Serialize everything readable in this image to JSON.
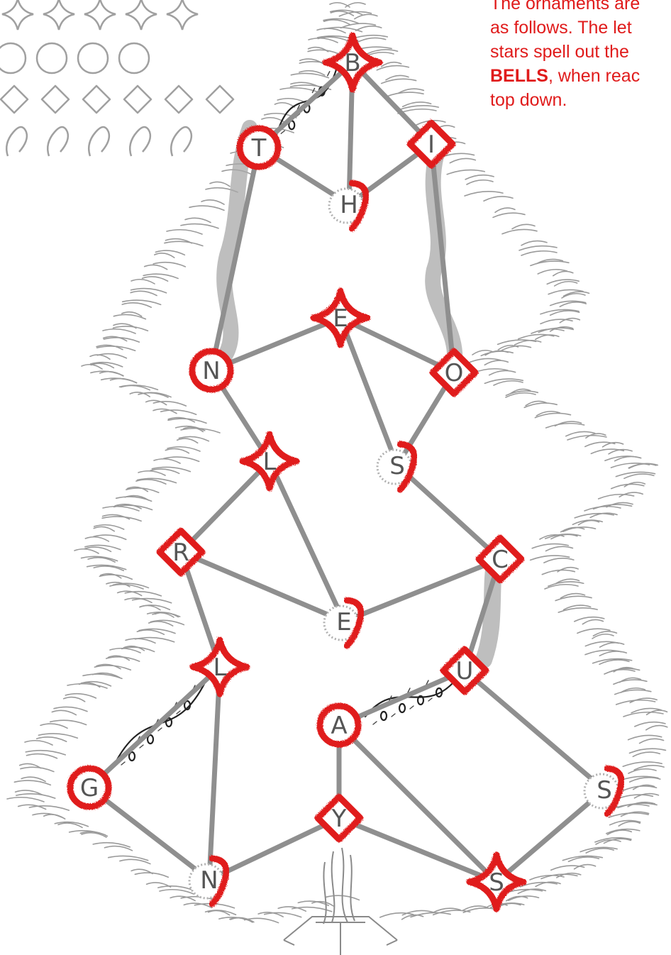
{
  "caption": {
    "line1": "The ornaments are",
    "line2": "as follows. The let",
    "line3": "stars spell out the",
    "word": "BELLS",
    "line4_rest": ", when reac",
    "line5": "top down."
  },
  "colors": {
    "ornament": "#e01b1b",
    "edge": "#8f8f8f",
    "legend": "#a0a0a0",
    "fur": "#9a9a9a"
  },
  "legend": {
    "rows": [
      {
        "shape": "star-icon",
        "count": 5
      },
      {
        "shape": "circle-icon",
        "count": 4
      },
      {
        "shape": "diamond-icon",
        "count": 6
      },
      {
        "shape": "hook-icon",
        "count": 5
      }
    ]
  },
  "nodes": [
    {
      "id": "B1",
      "letter": "B",
      "shape": "star"
    },
    {
      "id": "T1",
      "letter": "T",
      "shape": "circle"
    },
    {
      "id": "I1",
      "letter": "I",
      "shape": "diamond"
    },
    {
      "id": "H1",
      "letter": "H",
      "shape": "hook"
    },
    {
      "id": "E1",
      "letter": "E",
      "shape": "star"
    },
    {
      "id": "N1",
      "letter": "N",
      "shape": "circle"
    },
    {
      "id": "O1",
      "letter": "O",
      "shape": "diamond"
    },
    {
      "id": "S1",
      "letter": "S",
      "shape": "hook"
    },
    {
      "id": "L1",
      "letter": "L",
      "shape": "star"
    },
    {
      "id": "R1",
      "letter": "R",
      "shape": "diamond"
    },
    {
      "id": "C1",
      "letter": "C",
      "shape": "diamond"
    },
    {
      "id": "E2",
      "letter": "E",
      "shape": "hook"
    },
    {
      "id": "L2",
      "letter": "L",
      "shape": "star"
    },
    {
      "id": "U1",
      "letter": "U",
      "shape": "diamond"
    },
    {
      "id": "A1",
      "letter": "A",
      "shape": "circle"
    },
    {
      "id": "G1",
      "letter": "G",
      "shape": "circle"
    },
    {
      "id": "S2",
      "letter": "S",
      "shape": "hook"
    },
    {
      "id": "Y1",
      "letter": "Y",
      "shape": "diamond"
    },
    {
      "id": "N2",
      "letter": "N",
      "shape": "hook"
    },
    {
      "id": "S3",
      "letter": "S",
      "shape": "star"
    }
  ],
  "edges": [
    [
      "B1",
      "T1"
    ],
    [
      "B1",
      "H1"
    ],
    [
      "B1",
      "I1"
    ],
    [
      "T1",
      "H1"
    ],
    [
      "H1",
      "I1"
    ],
    [
      "T1",
      "N1"
    ],
    [
      "I1",
      "O1"
    ],
    [
      "N1",
      "E1"
    ],
    [
      "E1",
      "O1"
    ],
    [
      "E1",
      "S1"
    ],
    [
      "O1",
      "S1"
    ],
    [
      "N1",
      "L1"
    ],
    [
      "S1",
      "C1"
    ],
    [
      "L1",
      "R1"
    ],
    [
      "L1",
      "E2"
    ],
    [
      "R1",
      "E2"
    ],
    [
      "E2",
      "C1"
    ],
    [
      "C1",
      "U1"
    ],
    [
      "R1",
      "L2"
    ],
    [
      "L2",
      "N2"
    ],
    [
      "L2",
      "G1"
    ],
    [
      "G1",
      "N2"
    ],
    [
      "N2",
      "Y1"
    ],
    [
      "Y1",
      "A1"
    ],
    [
      "Y1",
      "S3"
    ],
    [
      "A1",
      "S3"
    ],
    [
      "A1",
      "U1"
    ],
    [
      "U1",
      "S2"
    ],
    [
      "S2",
      "S3"
    ]
  ]
}
